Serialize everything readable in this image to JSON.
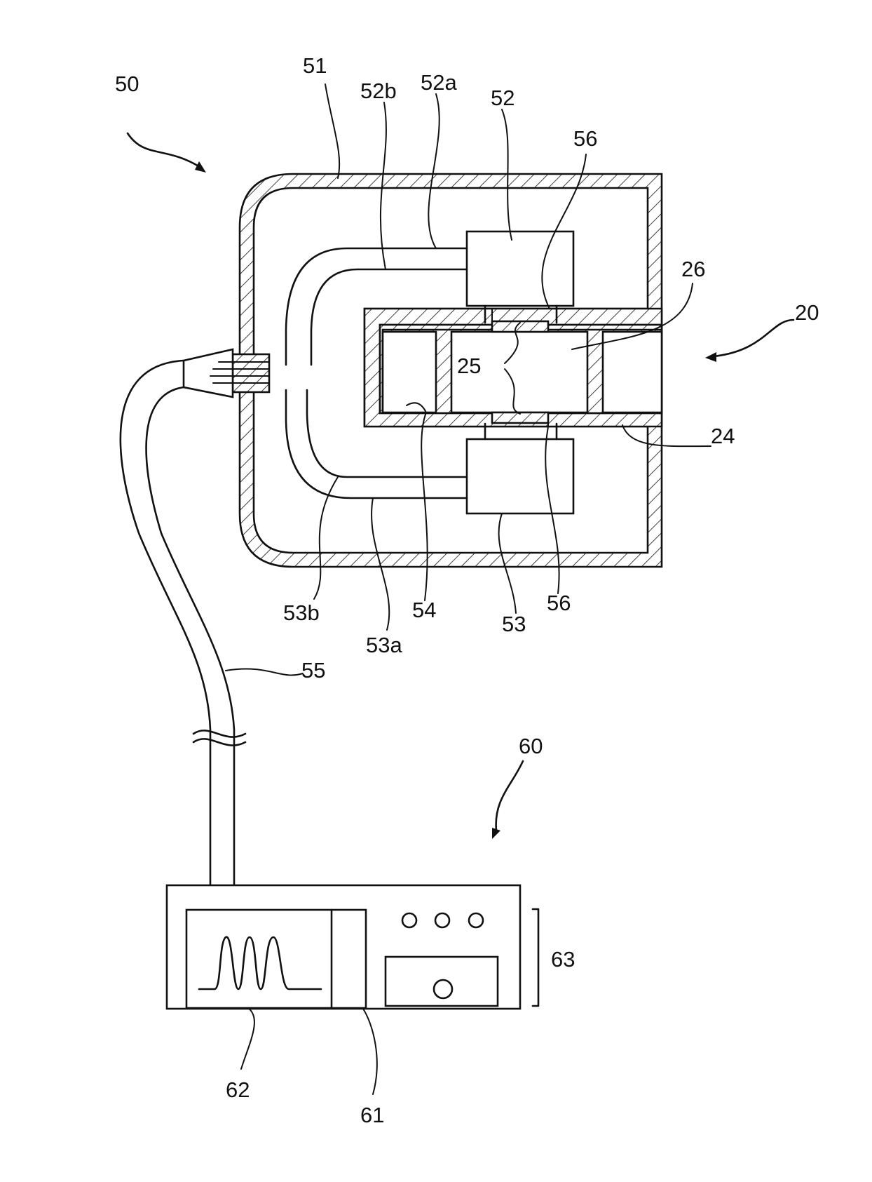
{
  "labels": {
    "l50": "50",
    "l51": "51",
    "l52b": "52b",
    "l52a": "52a",
    "l52": "52",
    "l56_top": "56",
    "l26": "26",
    "l20": "20",
    "l25": "25",
    "l24": "24",
    "l53b": "53b",
    "l54": "54",
    "l53": "53",
    "l56_bottom": "56",
    "l53a": "53a",
    "l55": "55",
    "l60": "60",
    "l63": "63",
    "l62": "62",
    "l61": "61"
  },
  "colors": {
    "line": "#111111",
    "background": "#ffffff"
  }
}
